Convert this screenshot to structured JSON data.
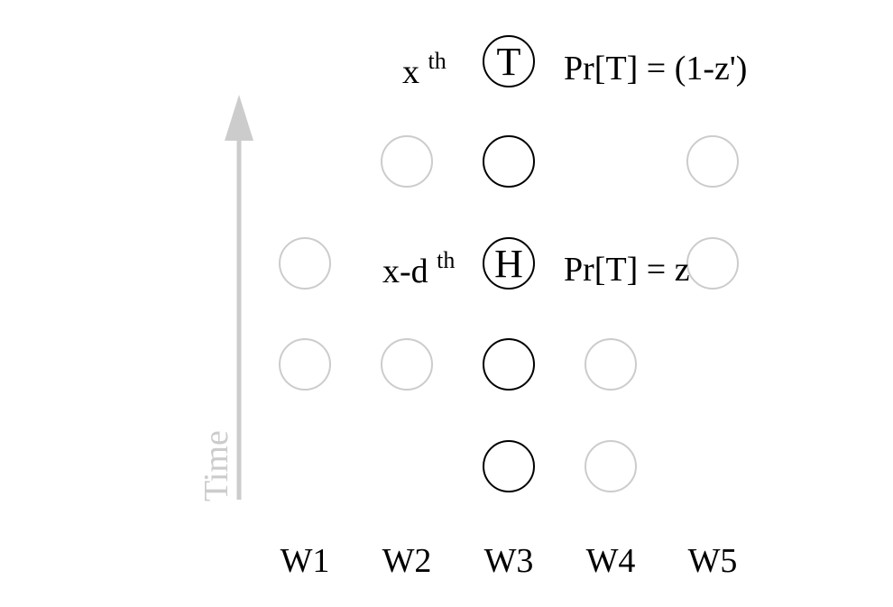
{
  "diagram": {
    "axis": {
      "label": "Time",
      "color": "#cccccc"
    },
    "workers": [
      {
        "label": "W1"
      },
      {
        "label": "W2"
      },
      {
        "label": "W3"
      },
      {
        "label": "W4"
      },
      {
        "label": "W5"
      }
    ],
    "nodes": [
      {
        "worker": "W1",
        "row": 2,
        "highlight": false,
        "letter": ""
      },
      {
        "worker": "W1",
        "row": 3,
        "highlight": false,
        "letter": ""
      },
      {
        "worker": "W2",
        "row": 1,
        "highlight": false,
        "letter": ""
      },
      {
        "worker": "W2",
        "row": 3,
        "highlight": false,
        "letter": ""
      },
      {
        "worker": "W3",
        "row": 0,
        "highlight": true,
        "letter": "T"
      },
      {
        "worker": "W3",
        "row": 1,
        "highlight": true,
        "letter": ""
      },
      {
        "worker": "W3",
        "row": 2,
        "highlight": true,
        "letter": "H"
      },
      {
        "worker": "W3",
        "row": 3,
        "highlight": true,
        "letter": ""
      },
      {
        "worker": "W3",
        "row": 4,
        "highlight": true,
        "letter": ""
      },
      {
        "worker": "W4",
        "row": 3,
        "highlight": false,
        "letter": ""
      },
      {
        "worker": "W4",
        "row": 4,
        "highlight": false,
        "letter": ""
      },
      {
        "worker": "W5",
        "row": 1,
        "highlight": false,
        "letter": ""
      },
      {
        "worker": "W5",
        "row": 2,
        "highlight": false,
        "letter": ""
      }
    ],
    "labels": {
      "top_position": {
        "base": "x",
        "sup": "th"
      },
      "top_probability": "Pr[T] = (1-z')",
      "mid_position": {
        "base": "x-d",
        "sup": "th"
      },
      "mid_probability": "Pr[T] = z"
    },
    "colors": {
      "active_stroke": "#000000",
      "inactive_stroke": "#cccccc",
      "text": "#000000"
    }
  }
}
